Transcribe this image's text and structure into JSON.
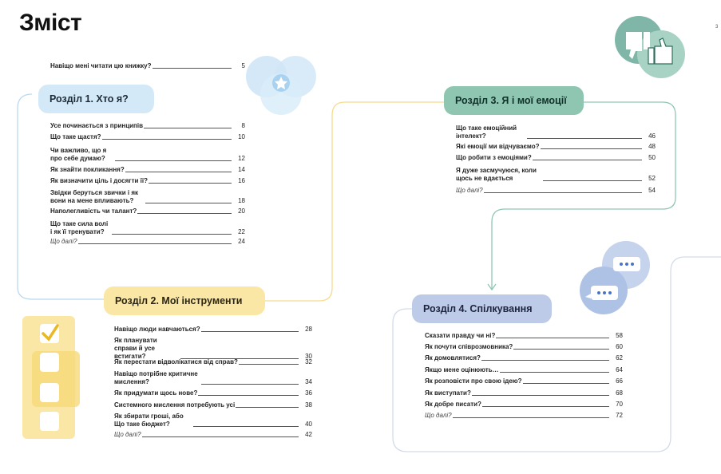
{
  "page": {
    "title": "Зміст",
    "page_number": "3"
  },
  "intro": {
    "title": "Навіщо мені читати цю книжку?",
    "page": "5"
  },
  "sections": [
    {
      "title": "Розділ 1. Хто я?",
      "items": [
        {
          "t": "Усе починається з принципів",
          "p": "8"
        },
        {
          "t": "Що таке щастя?",
          "p": "10"
        },
        {
          "t": "Чи важливо, що я про себе думаю?",
          "p": "12"
        },
        {
          "t": "Як знайти покликання?",
          "p": "14"
        },
        {
          "t": "Як визначити ціль і досягти її?",
          "p": "16"
        },
        {
          "t": "Звідки беруться звички і як вони на мене впливають?",
          "p": "18"
        },
        {
          "t": "Наполегливість чи талант?",
          "p": "20"
        },
        {
          "t": "Що таке сила волі і як її тренувати?",
          "p": "22"
        },
        {
          "t": "Що далі?",
          "p": "24"
        }
      ]
    },
    {
      "title": "Розділ 2. Мої інструменти",
      "items": [
        {
          "t": "Навіщо люди навчаються?",
          "p": "28"
        },
        {
          "t": "Як планувати справи й усе встигати?",
          "p": "30"
        },
        {
          "t": "Як перестати відволікатися від справ?",
          "p": "32"
        },
        {
          "t": "Навіщо потрібне критичне мислення?",
          "p": "34"
        },
        {
          "t": "Як придумати щось нове?",
          "p": "36"
        },
        {
          "t": "Системного мислення потребують усі",
          "p": "38"
        },
        {
          "t": "Як збирати гроші, або Що таке бюджет?",
          "p": "40"
        },
        {
          "t": "Що далі?",
          "p": "42"
        }
      ]
    },
    {
      "title": "Розділ 3. Я і мої емоції",
      "items": [
        {
          "t": "Що таке емоційний інтелект?",
          "p": "46"
        },
        {
          "t": "Які емоції ми відчуваємо?",
          "p": "48"
        },
        {
          "t": "Що робити з емоціями?",
          "p": "50"
        },
        {
          "t": "Я дуже засмучуюся, коли щось не вдається",
          "p": "52"
        },
        {
          "t": "Що далі?",
          "p": "54"
        }
      ]
    },
    {
      "title": "Розділ 4. Спілкування",
      "items": [
        {
          "t": "Сказати правду чи ні?",
          "p": "58"
        },
        {
          "t": "Як почути співрозмовника?",
          "p": "60"
        },
        {
          "t": "Як домовлятися?",
          "p": "62"
        },
        {
          "t": "Якщо мене оцінюють…",
          "p": "64"
        },
        {
          "t": "Як розповісти про свою ідею?",
          "p": "66"
        },
        {
          "t": "Як виступати?",
          "p": "68"
        },
        {
          "t": "Як добре писати?",
          "p": "70"
        },
        {
          "t": "Що далі?",
          "p": "72"
        }
      ]
    }
  ],
  "colors": {
    "section1": "#d4e9f8",
    "section2": "#fbe7a5",
    "section3": "#8fc6b1",
    "section4": "#bdcbe8"
  },
  "icons": [
    "venn-star-icon",
    "thumbs-icon",
    "checklist-icon",
    "chat-bubbles-icon"
  ]
}
